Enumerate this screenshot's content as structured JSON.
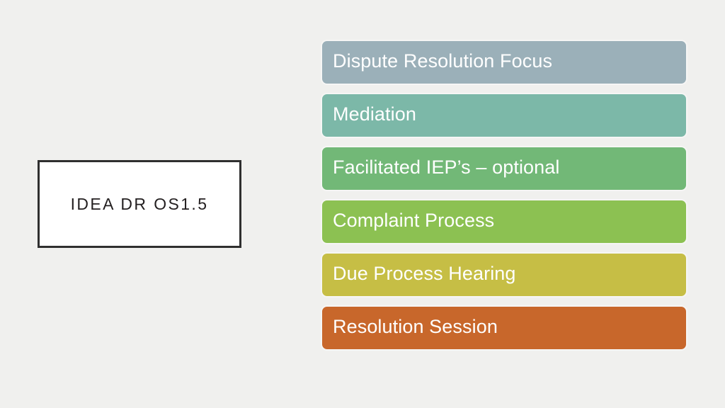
{
  "slide": {
    "background_color": "#f0f0ee",
    "label_box": {
      "text": "IDEA DR OS1.5",
      "border_color": "#2f2f2f",
      "fill_color": "#ffffff",
      "text_color": "#231f20"
    },
    "bars": [
      {
        "label": "Dispute Resolution Focus",
        "color": "#9bb0b9",
        "text_color": "#ffffff"
      },
      {
        "label": "Mediation",
        "color": "#7cb8a8",
        "text_color": "#ffffff"
      },
      {
        "label": "Facilitated IEP’s – optional",
        "color": "#72b877",
        "text_color": "#ffffff"
      },
      {
        "label": "Complaint Process",
        "color": "#8cc152",
        "text_color": "#ffffff"
      },
      {
        "label": "Due Process Hearing",
        "color": "#c6be45",
        "text_color": "#ffffff"
      },
      {
        "label": "Resolution Session",
        "color": "#c8672b",
        "text_color": "#ffffff"
      }
    ]
  }
}
